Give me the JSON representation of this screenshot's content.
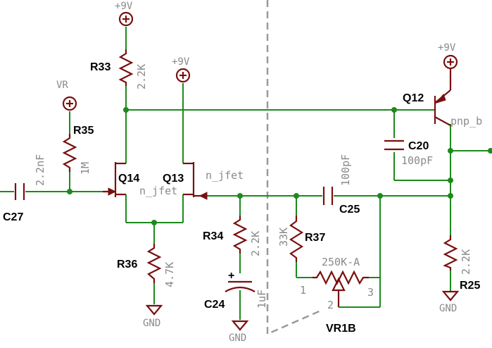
{
  "power": {
    "vcc": "+9V",
    "vr": "VR",
    "gnd": "GND"
  },
  "components": {
    "r33": {
      "ref": "R33",
      "value": "2.2K"
    },
    "r35": {
      "ref": "R35",
      "value": "1M"
    },
    "r34": {
      "ref": "R34",
      "value": "2.2K"
    },
    "r36": {
      "ref": "R36",
      "value": "4.7K"
    },
    "r37": {
      "ref": "R37",
      "value": "33K"
    },
    "r25": {
      "ref": "R25",
      "value": "2.2K"
    },
    "c27": {
      "ref": "C27",
      "value": "2.2nF"
    },
    "c25": {
      "ref": "C25",
      "value": "100pF"
    },
    "c20": {
      "ref": "C20",
      "value": "100pF"
    },
    "c24": {
      "ref": "C24",
      "value": "1uF",
      "polarity": "+"
    },
    "q14": {
      "ref": "Q14",
      "value": "n_jfet"
    },
    "q13": {
      "ref": "Q13",
      "value": "n_jfet"
    },
    "q12": {
      "ref": "Q12",
      "value": "pnp_b"
    },
    "vr1b": {
      "ref": "VR1B",
      "value": "250K-A",
      "pin1": "1",
      "pin2": "2",
      "pin3": "3"
    }
  }
}
